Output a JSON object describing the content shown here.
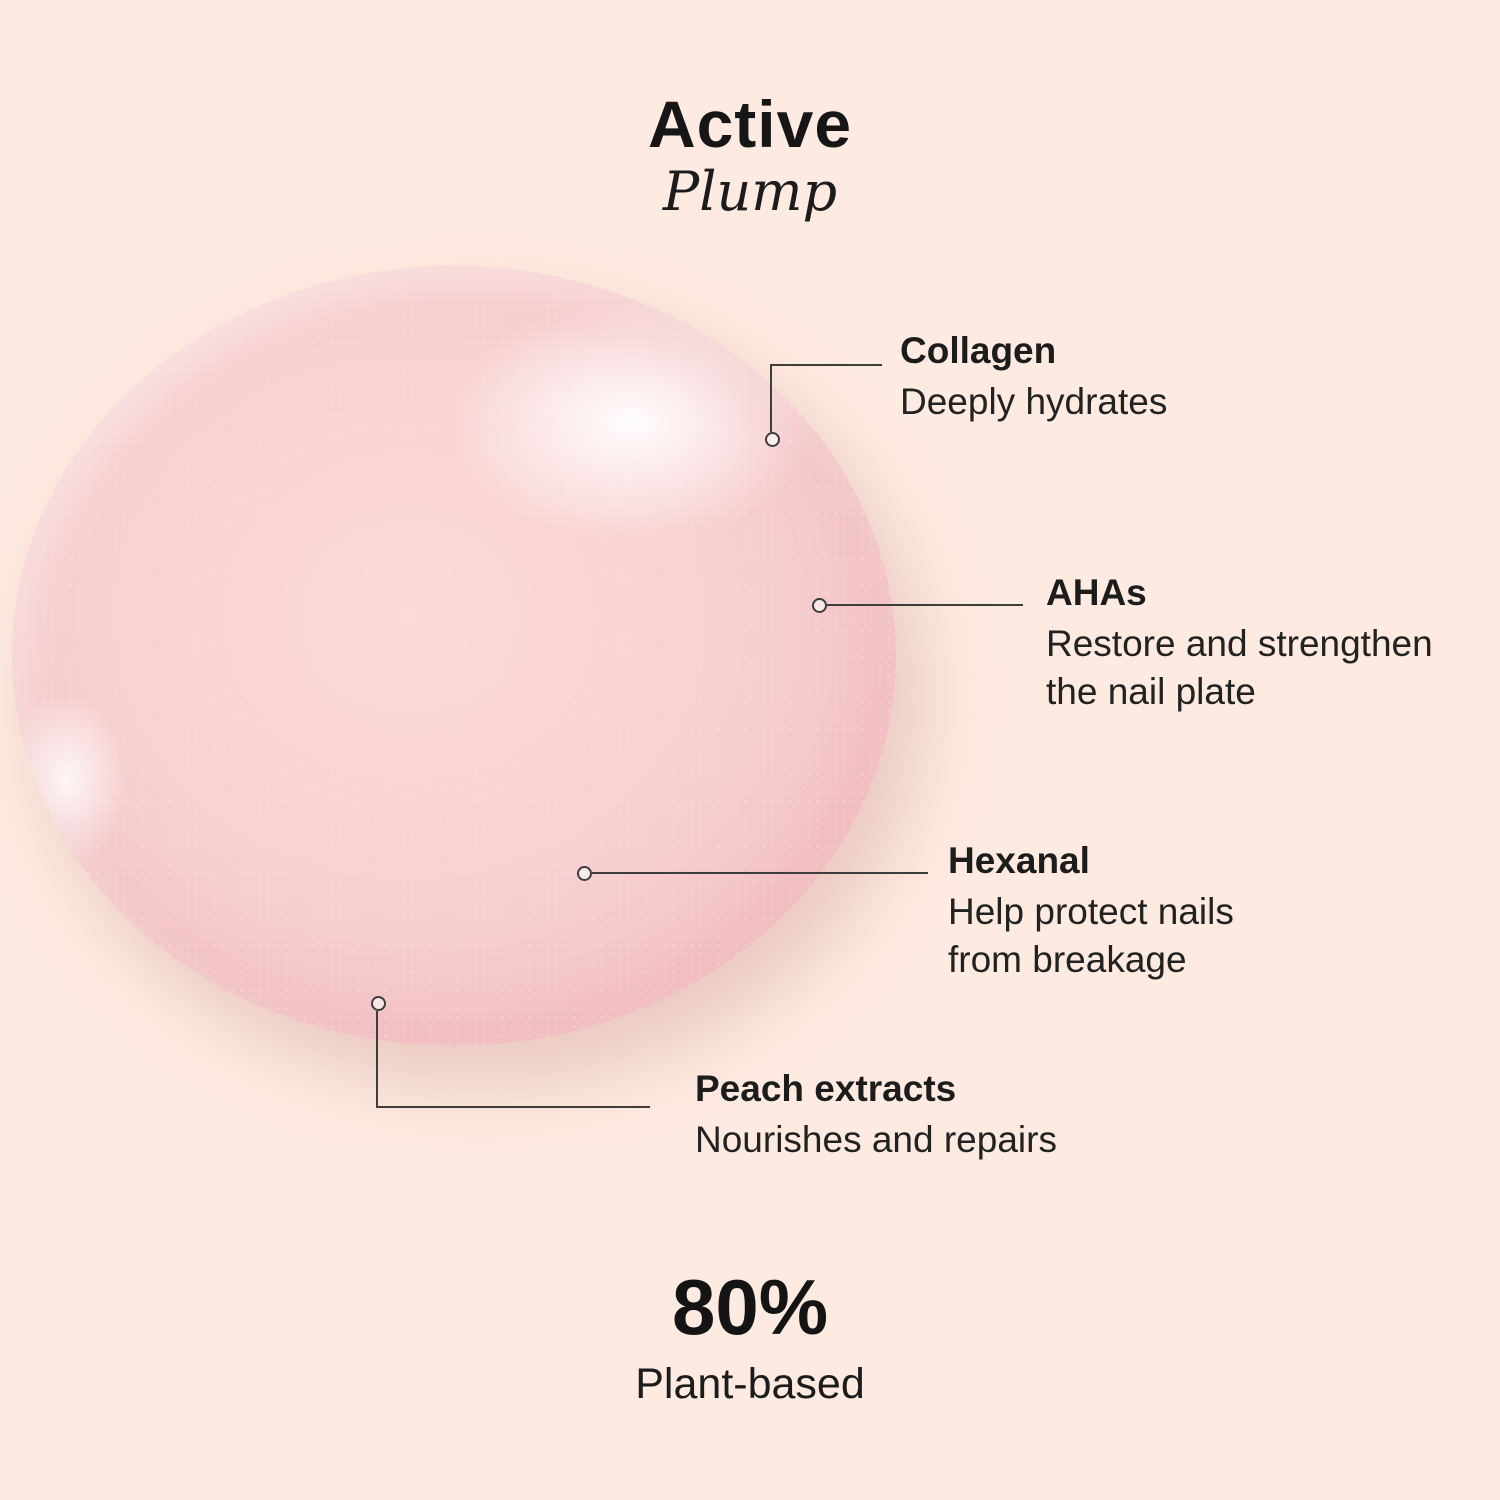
{
  "colors": {
    "background": "#fdeae0",
    "blob_pink": "#f8d1d1",
    "text_dark": "#1c1c1c",
    "callout_line": "#3d3d3d"
  },
  "header": {
    "title": "Active",
    "subtitle": "Plump"
  },
  "callouts": [
    {
      "name": "Collagen",
      "description": "Deeply hydrates"
    },
    {
      "name": "AHAs",
      "description": "Restore and strengthen the nail plate"
    },
    {
      "name": "Hexanal",
      "description": "Help protect nails from breakage"
    },
    {
      "name": "Peach extracts",
      "description": "Nourishes and repairs"
    }
  ],
  "footer": {
    "value": "80%",
    "label": "Plant-based"
  }
}
